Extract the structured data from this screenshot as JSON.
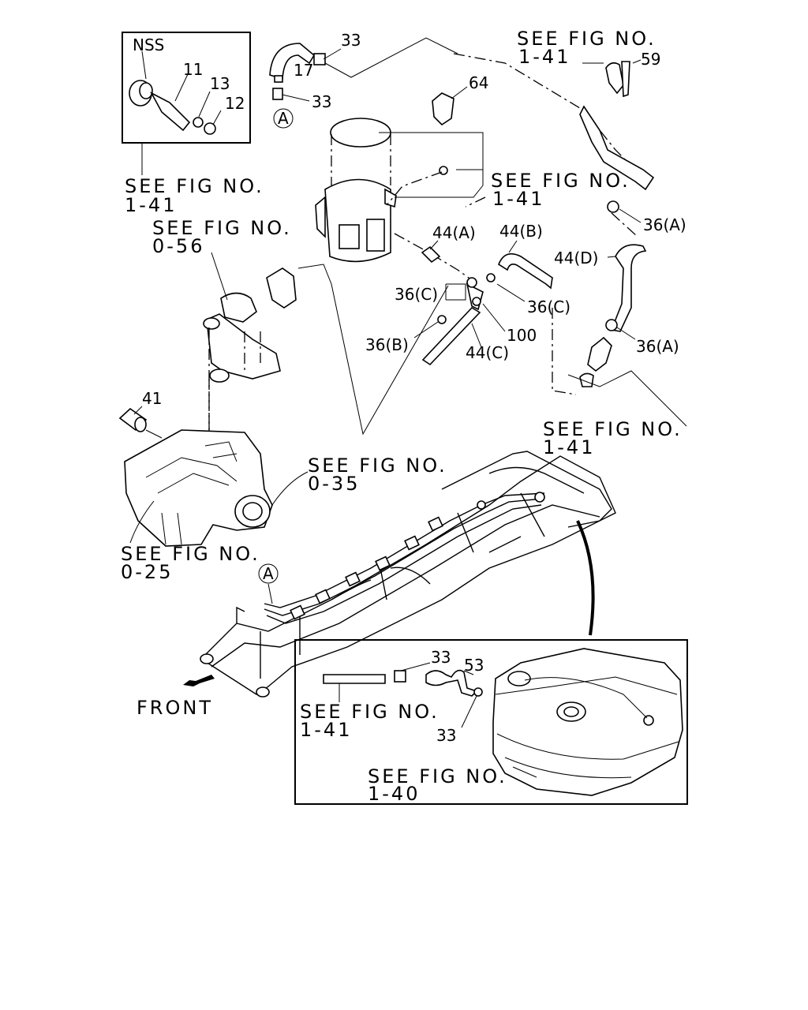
{
  "labels": {
    "nss": "NSS",
    "p11": "11",
    "p13": "13",
    "p12": "12",
    "p33a": "33",
    "p17": "17",
    "p33b": "33",
    "pA_top": "A",
    "p64": "64",
    "p59": "59",
    "p36A_1": "36(A)",
    "p44A": "44(A)",
    "p44B": "44(B)",
    "p44D": "44(D)",
    "p36C_1": "36(C)",
    "p36C_2": "36(C)",
    "p100": "100",
    "p36B": "36(B)",
    "p44C": "44(C)",
    "p36A_2": "36(A)",
    "p41": "41",
    "pA_bottom": "A",
    "p33c": "33",
    "p53": "53",
    "p33d": "33",
    "front": "FRONT"
  },
  "references": {
    "see": "SEE FIG NO.",
    "r_top_right": "1-41",
    "r_inset": "1-41",
    "r_canister": "1-41",
    "r_056": "0-56",
    "r_right_mid": "1-41",
    "r_035": "0-35",
    "r_025": "0-25",
    "r_tank_left": "1-41",
    "r_tank": "1-40"
  }
}
